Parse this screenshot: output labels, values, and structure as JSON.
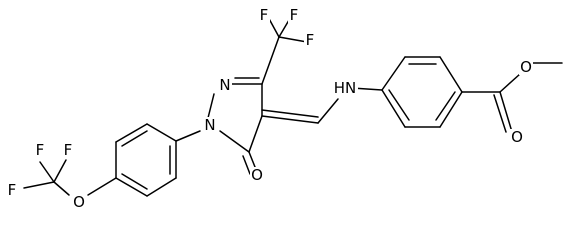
{
  "diagram": {
    "type": "chemical-structure",
    "atom_labels": {
      "f1": "F",
      "f2": "F",
      "f3": "F",
      "n_ring_2": "N",
      "n_ring_1": "N",
      "nh": "HN",
      "o_ketone": "O",
      "f4": "F",
      "f5": "F",
      "f6": "F",
      "o_ether": "O",
      "o_carbonyl": "O",
      "o_ester": "O"
    }
  }
}
